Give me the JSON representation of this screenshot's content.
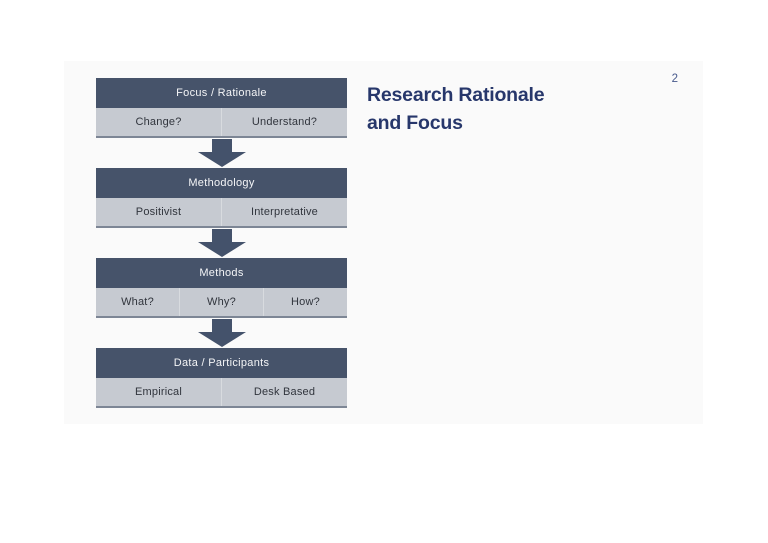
{
  "slide": {
    "page_number": "2",
    "title_line1": "Research Rationale",
    "title_line2": "and Focus"
  },
  "diagram": {
    "blocks": [
      {
        "title": "Focus / Rationale",
        "cells": [
          "Change?",
          "Understand?"
        ]
      },
      {
        "title": "Methodology",
        "cells": [
          "Positivist",
          "Interpretative"
        ]
      },
      {
        "title": "Methods",
        "cells": [
          "What?",
          "Why?",
          "How?"
        ]
      },
      {
        "title": "Data / Participants",
        "cells": [
          "Empirical",
          "Desk Based"
        ]
      }
    ]
  },
  "colors": {
    "page-bg": "#ffffff",
    "slide-bg": "#fafafa",
    "header-bg": "#46536a",
    "header-text": "#f4f5f7",
    "cell-bg": "#c6cad1",
    "cell-text": "#31353d",
    "cell-divider": "#d8dbdf",
    "block-border": "#7d8695",
    "arrow": "#44526b",
    "title-color": "#27376b",
    "page-number-color": "#47598c"
  }
}
